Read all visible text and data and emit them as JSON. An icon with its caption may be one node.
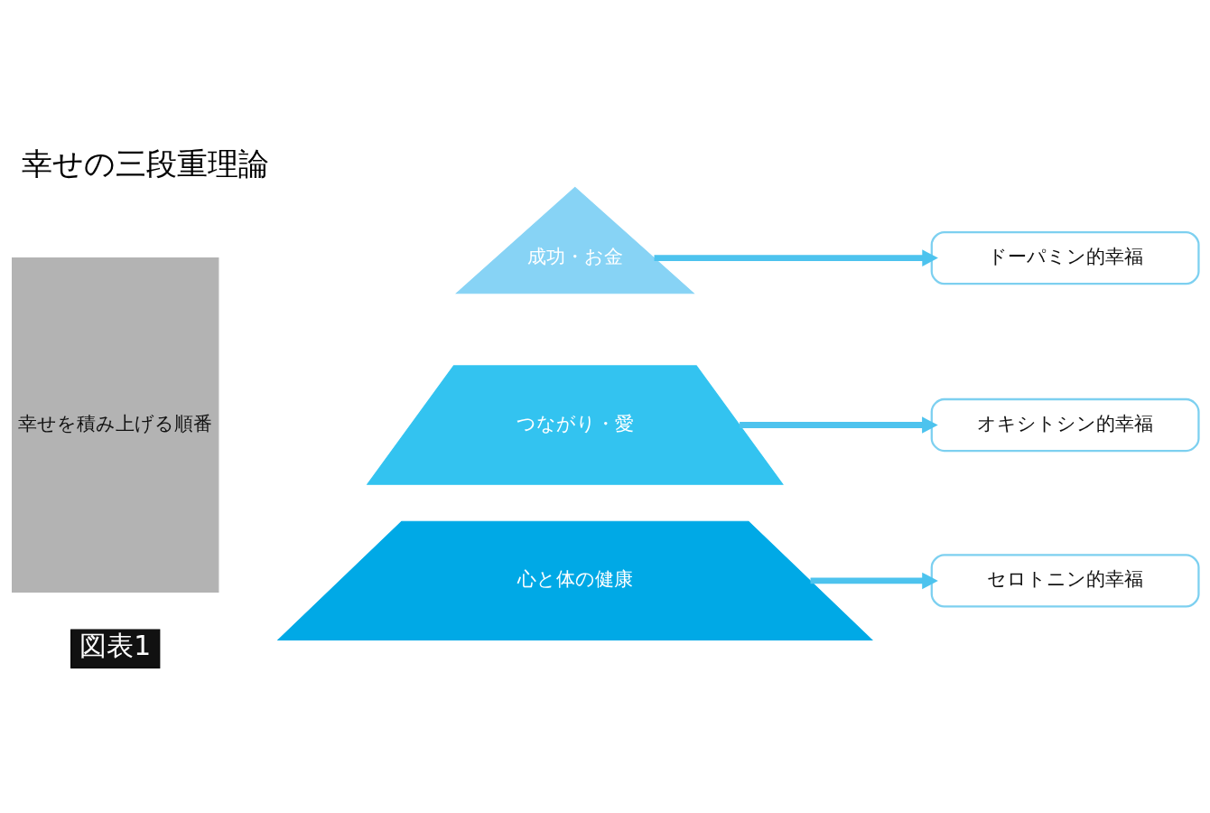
{
  "diagram": {
    "title": "幸せの三段重理論",
    "nodes": [
      {
        "text": [
          "幸せを積み上げる順番"
        ]
      },
      {
        "text": [
          "成功・お金"
        ]
      },
      {
        "text": [
          "つながり・愛"
        ]
      },
      {
        "text": [
          "心と体の健康"
        ]
      },
      {
        "text": [
          "ドーパミン的幸福"
        ]
      },
      {
        "text": [
          "オキシトシン的幸福"
        ]
      },
      {
        "text": [
          "セロトニン的幸福"
        ]
      }
    ],
    "edges": [
      {
        "from": 1,
        "to": 4,
        "arrow": "to"
      },
      {
        "from": 2,
        "to": 5,
        "arrow": "to"
      },
      {
        "from": 3,
        "to": 6,
        "arrow": "to"
      }
    ],
    "labels": [
      "図表1"
    ]
  }
}
